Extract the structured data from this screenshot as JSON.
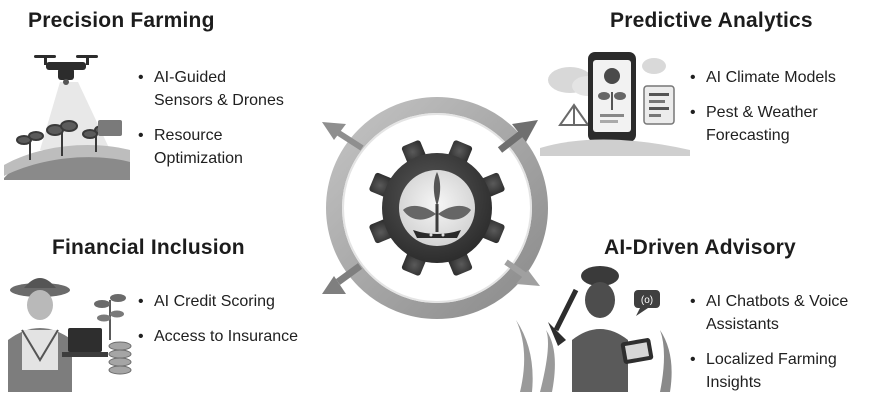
{
  "panels": {
    "precision_farming": {
      "title": "Precision Farming",
      "items": [
        "AI-Guided Sensors & Drones",
        "Resource Optimization"
      ],
      "illustration": "drone-over-crops-icon"
    },
    "predictive_analytics": {
      "title": "Predictive Analytics",
      "items": [
        "AI Climate Models",
        "Pest & Weather Forecasting"
      ],
      "illustration": "smartphone-weather-icon"
    },
    "financial_inclusion": {
      "title": "Financial Inclusion",
      "items": [
        "AI Credit Scoring",
        "Access to Insurance"
      ],
      "illustration": "farmer-with-laptop-icon"
    },
    "ai_driven_advisory": {
      "title": "AI-Driven Advisory",
      "items": [
        "AI Chatbots & Voice Assistants",
        "Localized Farming Insights"
      ],
      "illustration": "farmer-with-tablet-icon"
    }
  },
  "center": {
    "icon": "gear-with-seedling-icon"
  },
  "colors": {
    "ring": "#a9a9a9",
    "gear": "#3a3a3a",
    "arrow": "#8f8f8f",
    "text": "#1f1f1f"
  }
}
